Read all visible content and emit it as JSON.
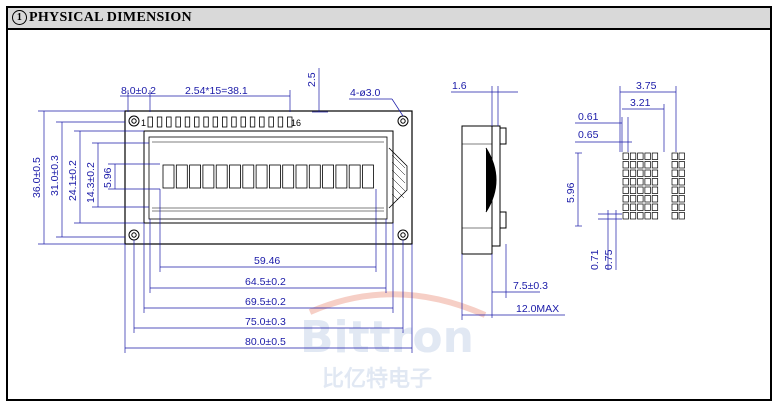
{
  "header": {
    "number": "1",
    "title": "PHYSICAL  DIMENSION"
  },
  "colors": {
    "dimension": "#1a1aa8",
    "outline": "#000000",
    "header_bg": "#d9d9d9",
    "watermark": "#e8b0a8"
  },
  "front_view": {
    "pin_pitch": "8.0±0.2",
    "pin_span": "2.54*15=38.1",
    "top_offset": "2.5",
    "mount_holes": "4-ø3.0",
    "pin_first": "1",
    "pin_last": "16",
    "h_outer": "36.0±0.5",
    "h_bezel": "31.0±0.3",
    "h_window": "24.1±0.2",
    "h_viewing": "14.3±0.2",
    "h_char": "5.96",
    "w_active": "59.46",
    "w_viewing": "64.5±0.2",
    "w_window": "69.5±0.2",
    "w_bezel": "75.0±0.3",
    "w_outer": "80.0±0.5"
  },
  "side_view": {
    "pin_offset": "1.6",
    "depth_module": "7.5±0.3",
    "depth_max": "12.0MAX"
  },
  "char_detail": {
    "w_char": "3.75",
    "w_dot_area": "3.21",
    "dot_pitch": "0.61",
    "dot_size": "0.65",
    "h_char": "5.96",
    "dot_gap": "0.71",
    "dot_h": "0.75"
  },
  "watermark": {
    "brand": "Bittron",
    "cn": "比亿特电子"
  }
}
